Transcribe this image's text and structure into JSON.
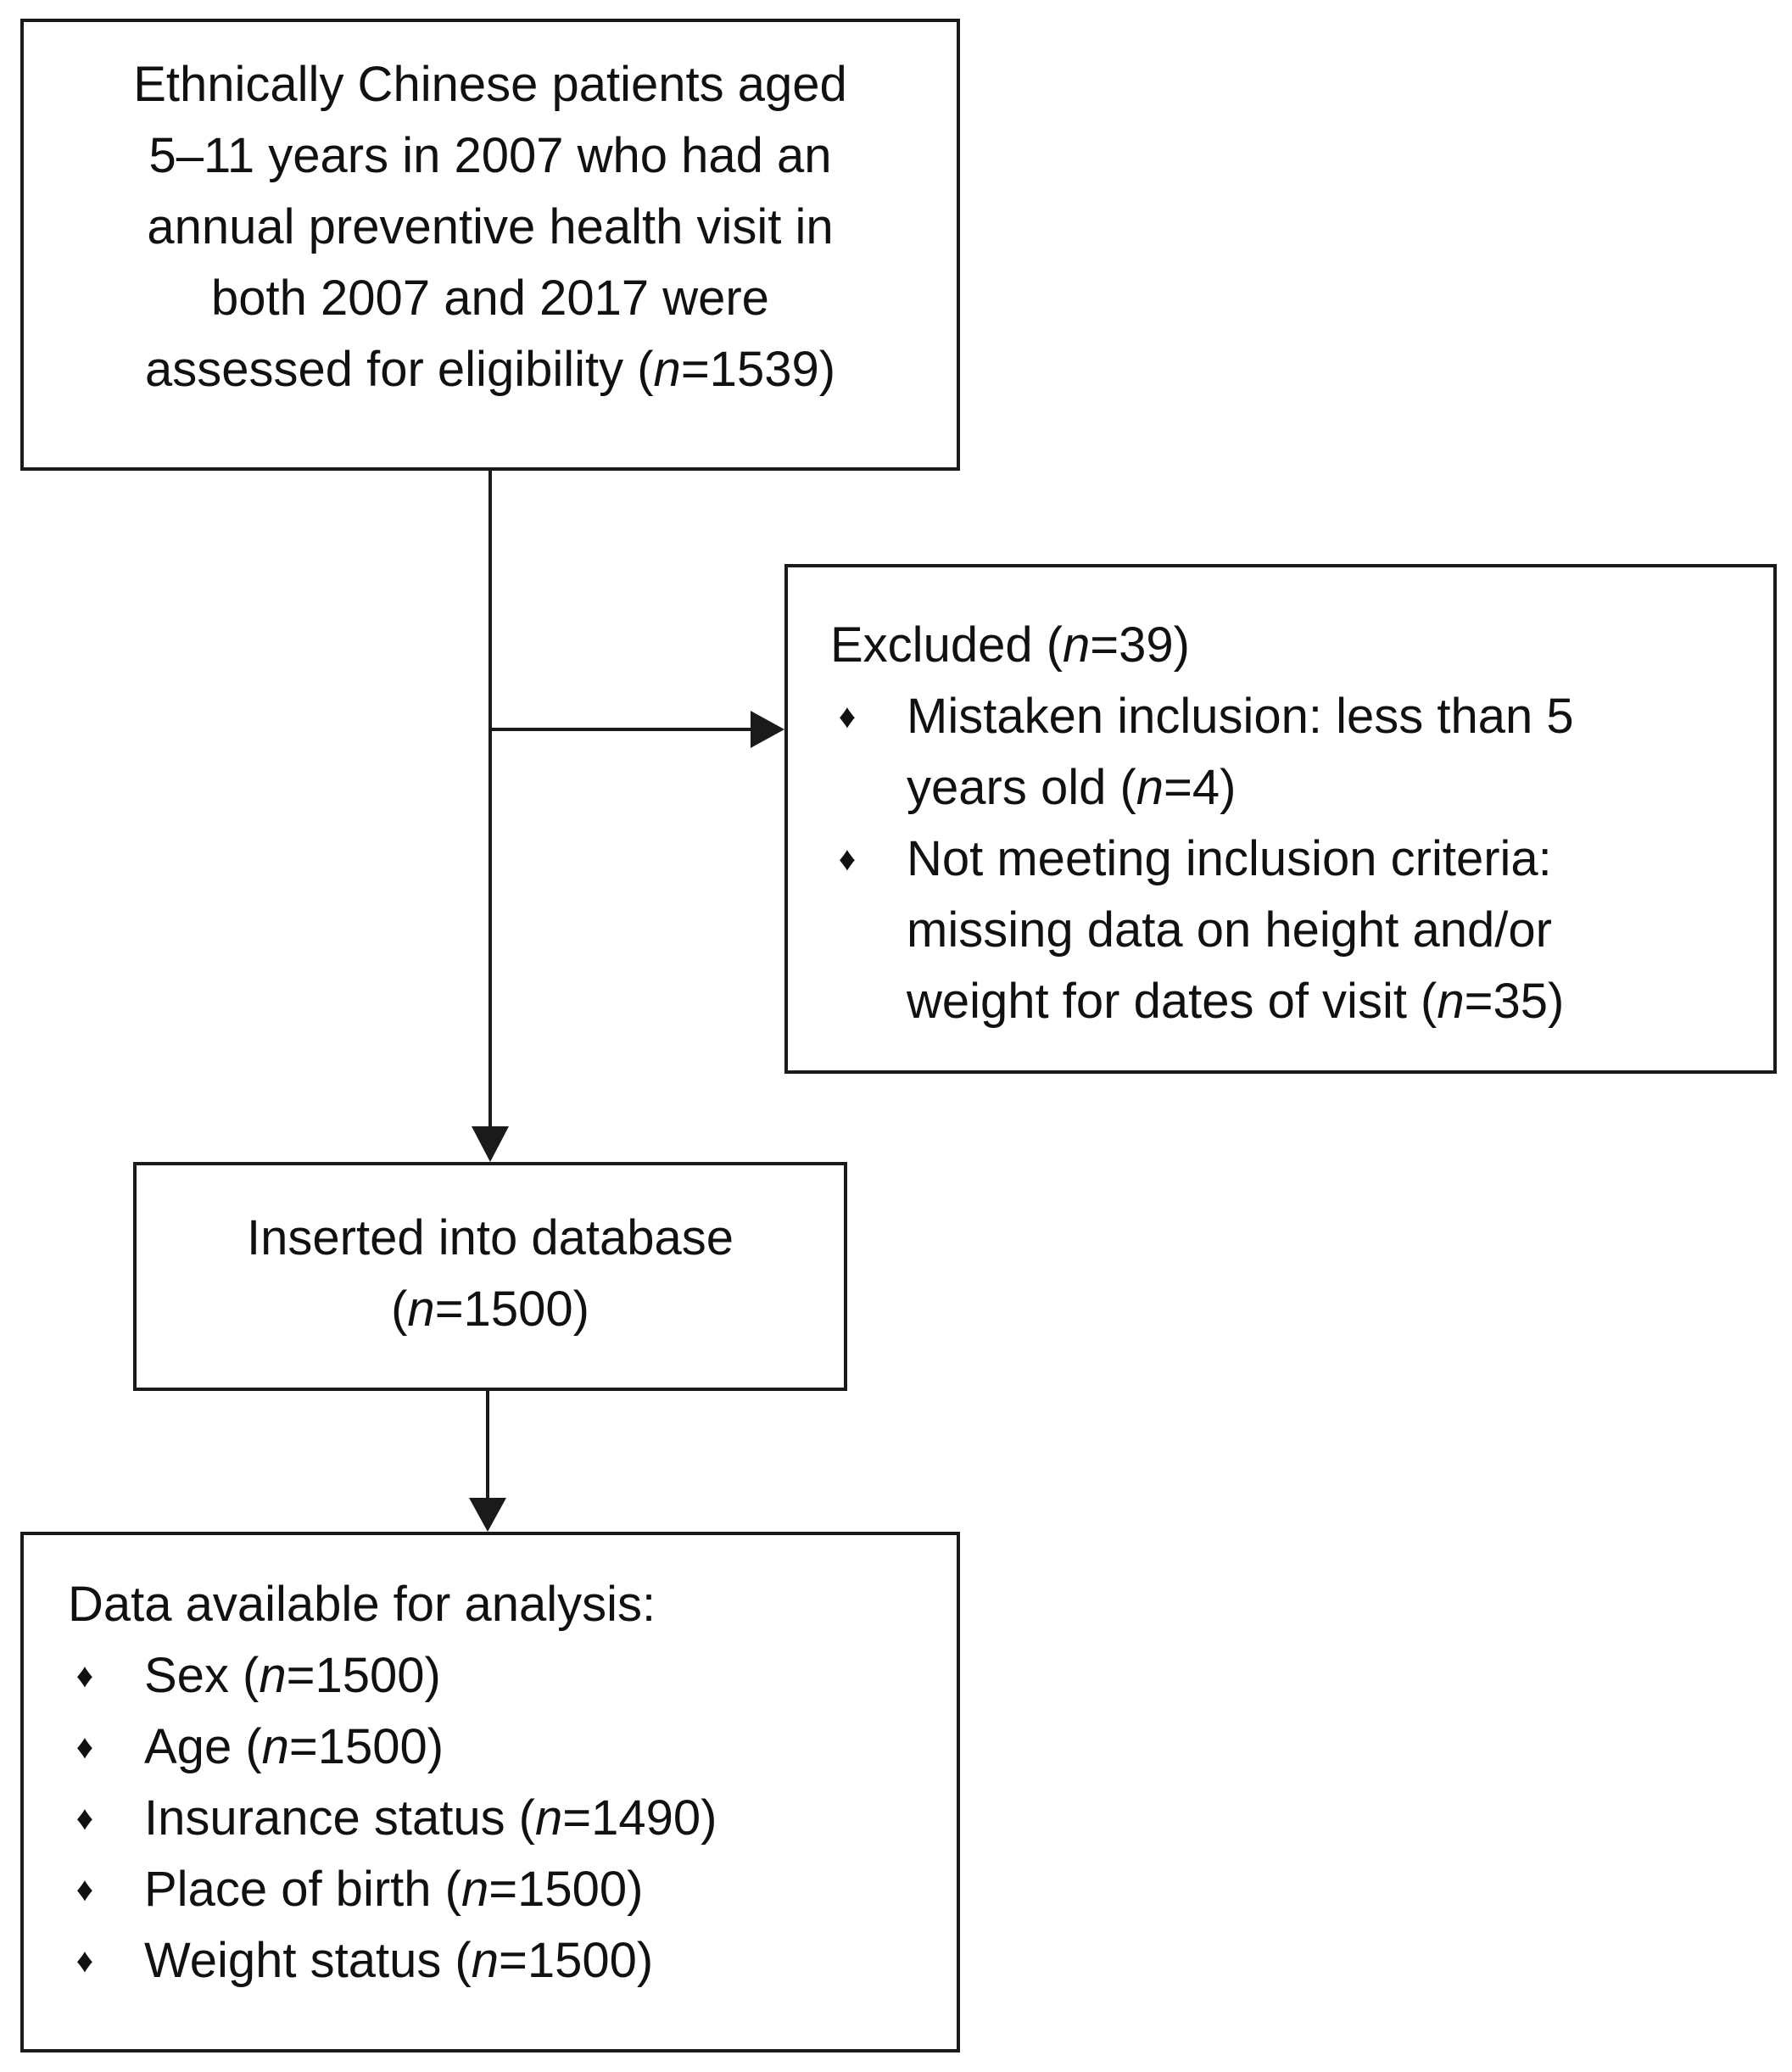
{
  "flowchart": {
    "eligibility": {
      "lines": [
        "Ethnically Chinese patients aged",
        "5–11 years in 2007 who had an",
        "annual preventive health visit in",
        "both 2007 and 2017 were"
      ],
      "last_line": {
        "before": "assessed for eligibility (",
        "n": "n",
        "after": "=1539)"
      }
    },
    "excluded": {
      "header": {
        "before": "Excluded (",
        "n": "n",
        "after": "=39)"
      },
      "bullet_glyph": "♦",
      "items": [
        {
          "lines": [
            "Mistaken inclusion: less than 5"
          ],
          "last": {
            "before": "years old (",
            "n": "n",
            "after": "=4)"
          }
        },
        {
          "lines": [
            "Not meeting inclusion criteria:",
            "missing data on height and/or"
          ],
          "last": {
            "before": "weight for dates of visit (",
            "n": "n",
            "after": "=35)"
          }
        }
      ]
    },
    "inserted": {
      "line1": "Inserted into database",
      "line2": {
        "before": "(",
        "n": "n",
        "after": "=1500)"
      }
    },
    "analysis": {
      "header": "Data available for analysis:",
      "bullet_glyph": "♦",
      "items": [
        {
          "before": "Sex (",
          "n": "n",
          "after": "=1500)"
        },
        {
          "before": "Age (",
          "n": "n",
          "after": "=1500)"
        },
        {
          "before": "Insurance status (",
          "n": "n",
          "after": "=1490)"
        },
        {
          "before": "Place of birth (",
          "n": "n",
          "after": "=1500)"
        },
        {
          "before": "Weight status (",
          "n": "n",
          "after": "=1500)"
        }
      ]
    }
  }
}
